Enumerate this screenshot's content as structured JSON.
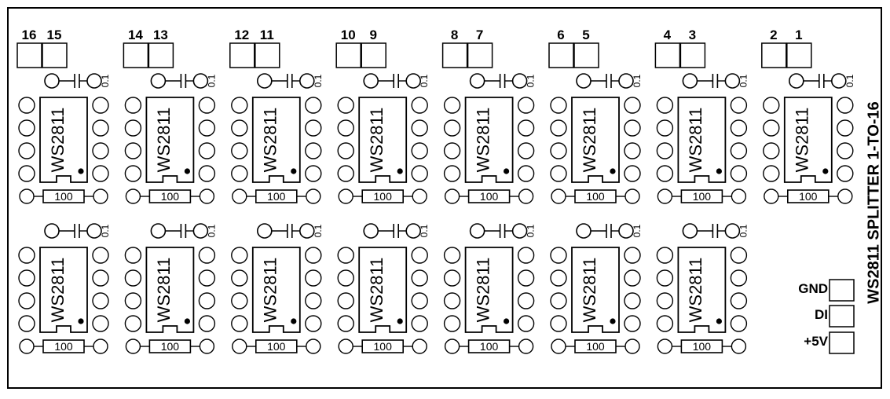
{
  "board": {
    "title": "WS2811 SPLITTER 1-TO-16",
    "power_pads": [
      {
        "label": "GND"
      },
      {
        "label": "DI"
      },
      {
        "label": "+5V"
      }
    ]
  },
  "header_pairs": [
    [
      "16",
      "15"
    ],
    [
      "14",
      "13"
    ],
    [
      "12",
      "11"
    ],
    [
      "10",
      "9"
    ],
    [
      "8",
      "7"
    ],
    [
      "6",
      "5"
    ],
    [
      "4",
      "3"
    ],
    [
      "2",
      "1"
    ]
  ],
  "rows": [
    {
      "cells": 8
    },
    {
      "cells": 7
    }
  ],
  "cell": {
    "chip_label": "WS2811",
    "capacitor_label": "0.1",
    "resistor_label": "100"
  }
}
